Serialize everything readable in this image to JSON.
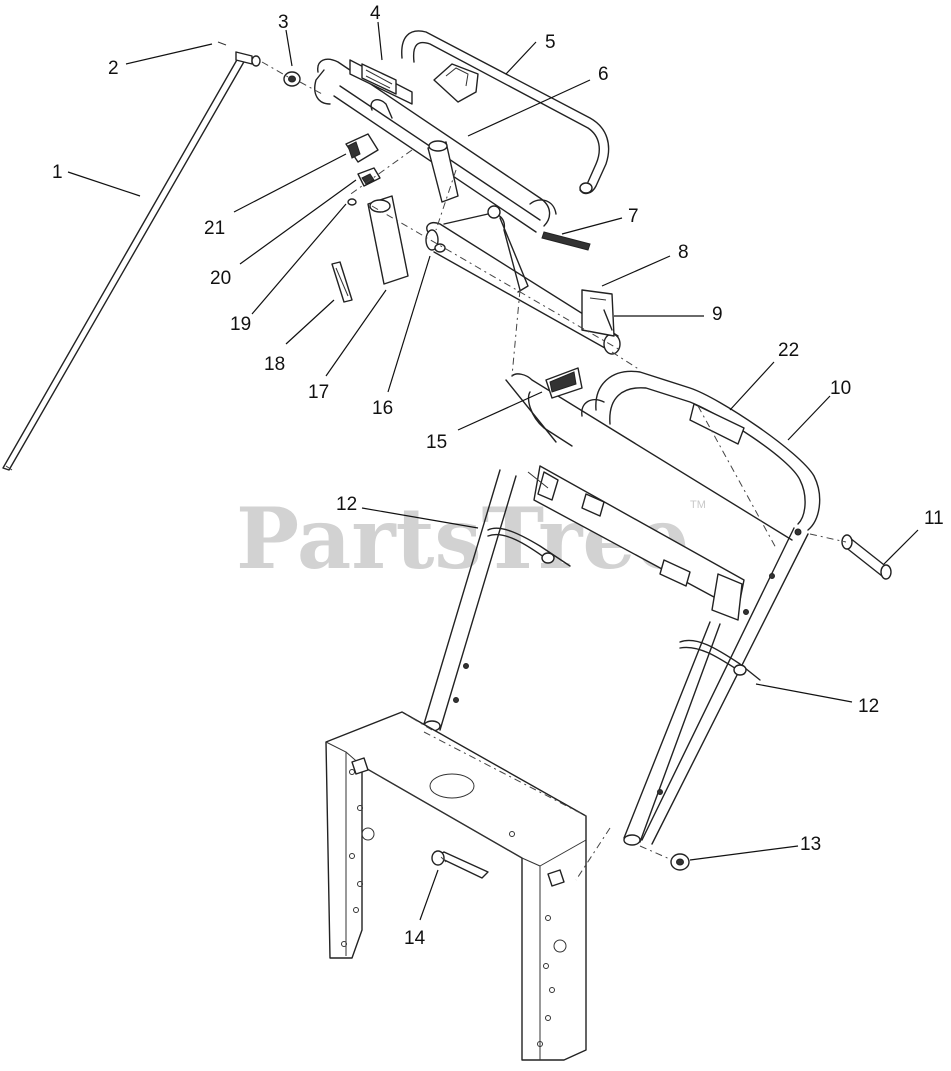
{
  "watermark": {
    "brand": "PartsTree",
    "trademark": "TM"
  },
  "callouts": [
    {
      "id": "1",
      "text": "1"
    },
    {
      "id": "2",
      "text": "2"
    },
    {
      "id": "3",
      "text": "3"
    },
    {
      "id": "4",
      "text": "4"
    },
    {
      "id": "5",
      "text": "5"
    },
    {
      "id": "6",
      "text": "6"
    },
    {
      "id": "7",
      "text": "7"
    },
    {
      "id": "8",
      "text": "8"
    },
    {
      "id": "9",
      "text": "9"
    },
    {
      "id": "10",
      "text": "10"
    },
    {
      "id": "11",
      "text": "11"
    },
    {
      "id": "12a",
      "text": "12"
    },
    {
      "id": "12b",
      "text": "12"
    },
    {
      "id": "13",
      "text": "13"
    },
    {
      "id": "14",
      "text": "14"
    },
    {
      "id": "15",
      "text": "15"
    },
    {
      "id": "16",
      "text": "16"
    },
    {
      "id": "17",
      "text": "17"
    },
    {
      "id": "18",
      "text": "18"
    },
    {
      "id": "19",
      "text": "19"
    },
    {
      "id": "20",
      "text": "20"
    },
    {
      "id": "21",
      "text": "21"
    },
    {
      "id": "22",
      "text": "22"
    }
  ]
}
